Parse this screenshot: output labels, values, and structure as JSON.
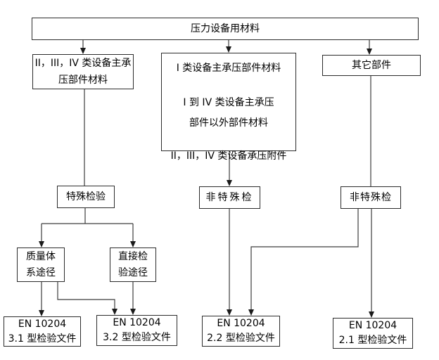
{
  "colors": {
    "background": "#ffffff",
    "box_border": "#2b2b2b",
    "connector_line": "#3c3c3c",
    "text": "#000000"
  },
  "nodes": {
    "root": {
      "label": "压力设备用材料"
    },
    "class234_main_parts": {
      "lines": [
        "II，III，IV 类设备主承",
        "压部件材料"
      ]
    },
    "mixed_group": {
      "lines": [
        "I 类设备主承压部件材料",
        "I 到 IV 类设备主承压",
        "部件以外部件材料",
        "II，III，IV 类设备承压附件"
      ]
    },
    "other_parts": {
      "label": "其它部件"
    },
    "special_inspection": {
      "label": "特殊检验"
    },
    "non_special_mid": {
      "label": "非特殊检"
    },
    "non_special_right": {
      "label": "非特殊检"
    },
    "quality_system_route": {
      "lines": [
        "质量体",
        "系途径"
      ]
    },
    "direct_inspection_route": {
      "lines": [
        "直接检",
        "验途径"
      ]
    },
    "en10204_31": {
      "lines": [
        "EN 10204",
        "3.1 型检验文件"
      ]
    },
    "en10204_32": {
      "lines": [
        "EN 10204",
        "3.2 型检验文件"
      ]
    },
    "en10204_22": {
      "lines": [
        "EN 10204",
        "2.2 型检验文件"
      ]
    },
    "en10204_21": {
      "lines": [
        "EN 10204",
        "2.1 型检验文件"
      ]
    }
  }
}
